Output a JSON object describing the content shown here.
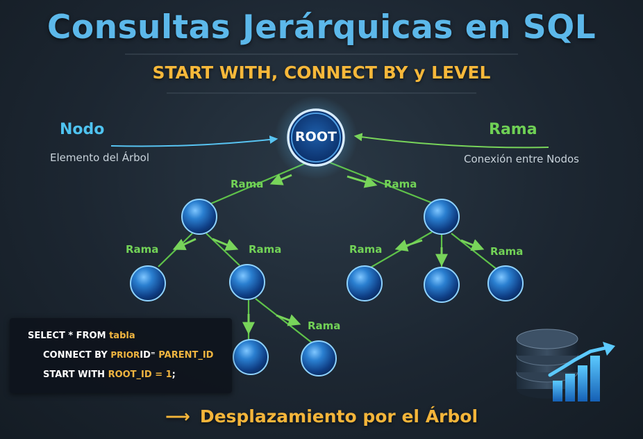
{
  "header": {
    "title": "Consultas Jerárquicas en SQL",
    "subtitle": "START WITH, CONNECT BY y LEVEL"
  },
  "legend": {
    "node_label": "Nodo",
    "node_desc": "Elemento del Árbol",
    "branch_label": "Rama",
    "branch_desc": "Conexión entre Nodos"
  },
  "tree": {
    "root_label": "ROOT",
    "edge_label": "Rama"
  },
  "code": {
    "line1_kw": "SELECT * FROM",
    "line1_table": "tabla",
    "line2_kw": "CONNECT BY",
    "line2_prior": "PRIOR",
    "line2_mid": "ID⁼",
    "line2_col": "PARENT_ID",
    "line3_kw": "START WITH",
    "line3_cond": "ROOT_ID = 1",
    "line3_end": ";"
  },
  "footer": {
    "arrow": "⟶",
    "caption": "Desplazamiento por el Árbol"
  },
  "colors": {
    "title": "#5cb8ea",
    "accent": "#f7b83a",
    "branch": "#6fd055",
    "node": "#2a78c8"
  },
  "icons": [
    "database-icon",
    "growth-chart-icon"
  ]
}
